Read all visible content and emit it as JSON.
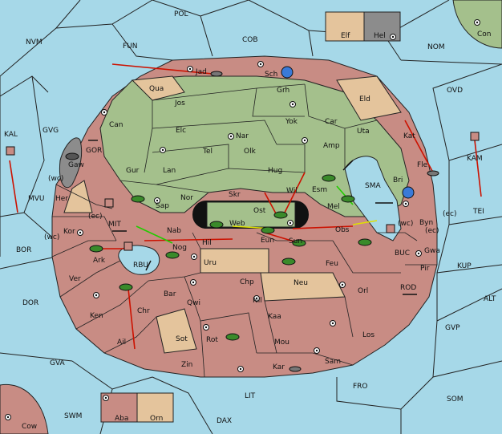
{
  "colors": {
    "sea": "#a6d8e8",
    "land_green": "#a4c08c",
    "land_red": "#c88c84",
    "land_tan": "#e4c49c",
    "land_gray": "#8c8c8c",
    "dark_ring": "#a08080",
    "order_red": "#cc1100",
    "support_yellow": "#e0e000",
    "convoy_green": "#22cc00"
  },
  "seas": [
    "POL",
    "NVM",
    "FUN",
    "COB",
    "NOM",
    "OVD",
    "KAL",
    "GVG",
    "GOR",
    "MVU",
    "BOR",
    "MIT",
    "RBU",
    "DOR",
    "GVA",
    "SWM",
    "LIT",
    "DAX",
    "FRO",
    "SOM",
    "GVP",
    "ALT",
    "KUP",
    "TEI",
    "KAM",
    "ROD",
    "BUC",
    "SMA"
  ],
  "regions": [
    "Jad",
    "Sch",
    "Qua",
    "Grh",
    "Eld",
    "Jos",
    "Yok",
    "Car",
    "Can",
    "Uta",
    "Elc",
    "Nar",
    "Kat",
    "Tel",
    "Olk",
    "Amp",
    "Gur",
    "Lan",
    "Hug",
    "Fle",
    "Gaw",
    "Esm",
    "Bri",
    "Skr",
    "Wil",
    "Sap",
    "Nor",
    "Her",
    "Ost",
    "Mel",
    "Web",
    "Byn",
    "Kor",
    "Nab",
    "Eun",
    "Sun",
    "Obs",
    "Gwa",
    "Hil",
    "Nog",
    "Ark",
    "Feu",
    "Pir",
    "Uru",
    "Ver",
    "Chp",
    "Neu",
    "Orl",
    "Bar",
    "Qwi",
    "Nil",
    "Ken",
    "Chr",
    "Kaa",
    "Sot",
    "Los",
    "Ail",
    "Rot",
    "Mou",
    "Zin",
    "Sam",
    "Kar",
    "Elf",
    "Hel",
    "Con",
    "Aba",
    "Orn",
    "Cow"
  ],
  "coast_tags": [
    "(wc)",
    "(ec)",
    "(ec)",
    "(wc)",
    "(wc)",
    "(ec)"
  ],
  "legend": {}
}
